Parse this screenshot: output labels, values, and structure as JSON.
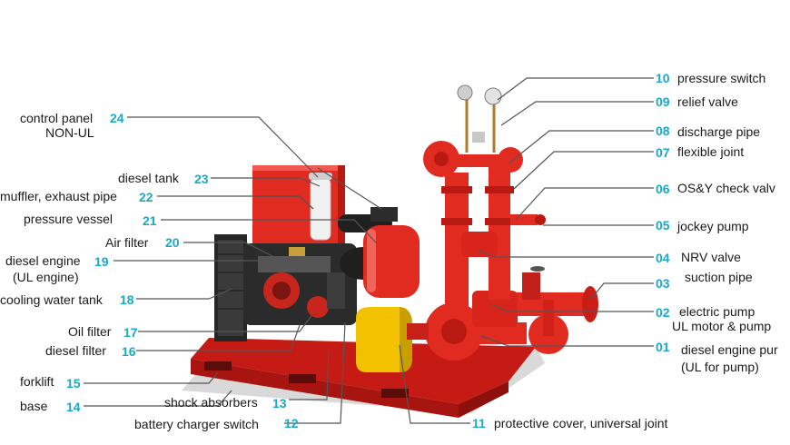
{
  "colors": {
    "number": "#18a9c9",
    "leader": "#555555",
    "equipment_red": "#e0261c",
    "cover_yellow": "#f2c200",
    "engine_black": "#2a2a2a"
  },
  "labels": {
    "l01": {
      "num": "01",
      "line1": "diesel engine pur",
      "line2": "(UL for pump)"
    },
    "l02": {
      "num": "02",
      "line1": "electric pump",
      "line2": "UL motor & pump"
    },
    "l03": {
      "num": "03",
      "line1": "suction pipe"
    },
    "l04": {
      "num": "04",
      "line1": "NRV valve"
    },
    "l05": {
      "num": "05",
      "line1": "jockey pump"
    },
    "l06": {
      "num": "06",
      "line1": "OS&Y check valv"
    },
    "l07": {
      "num": "07",
      "line1": "flexible joint"
    },
    "l08": {
      "num": "08",
      "line1": "discharge pipe"
    },
    "l09": {
      "num": "09",
      "line1": "relief valve"
    },
    "l10": {
      "num": "10",
      "line1": "pressure switch"
    },
    "l11": {
      "num": "11",
      "line1": "protective cover, universal joint"
    },
    "l12": {
      "num": "12",
      "line1": "battery charger switch"
    },
    "l13": {
      "num": "13",
      "line1": "shock absorbers"
    },
    "l14": {
      "num": "14",
      "line1": "base"
    },
    "l15": {
      "num": "15",
      "line1": "forklift"
    },
    "l16": {
      "num": "16",
      "line1": "diesel filter"
    },
    "l17": {
      "num": "17",
      "line1": "Oil filter"
    },
    "l18": {
      "num": "18",
      "line1": "cooling water tank"
    },
    "l19": {
      "num": "19",
      "line1": "diesel engine",
      "line2": "(UL engine)"
    },
    "l20": {
      "num": "20",
      "line1": "Air filter"
    },
    "l21": {
      "num": "21",
      "line1": "pressure vessel"
    },
    "l22": {
      "num": "22",
      "line1": "muffler, exhaust pipe"
    },
    "l23": {
      "num": "23",
      "line1": "diesel tank"
    },
    "l24": {
      "num": "24",
      "line1": "control panel",
      "line2": "NON-UL"
    }
  }
}
